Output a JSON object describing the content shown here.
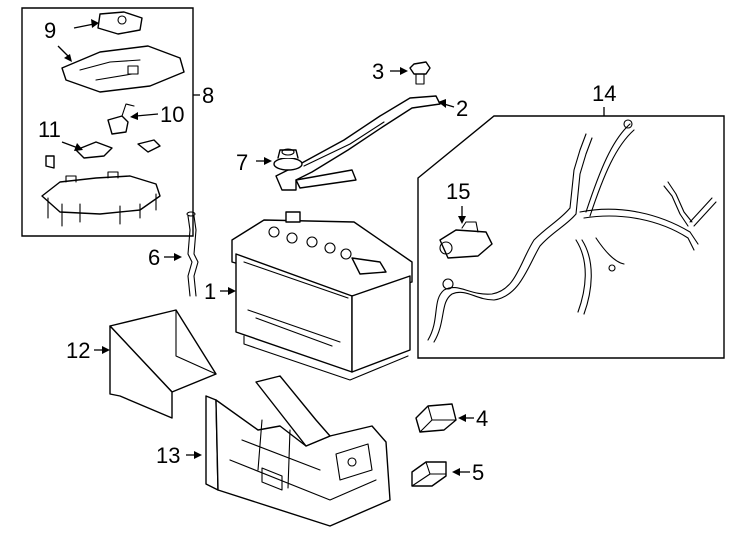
{
  "callouts": {
    "c1": "1",
    "c2": "2",
    "c3": "3",
    "c4": "4",
    "c5": "5",
    "c6": "6",
    "c7": "7",
    "c8": "8",
    "c9": "9",
    "c10": "10",
    "c11": "11",
    "c12": "12",
    "c13": "13",
    "c14": "14",
    "c15": "15"
  },
  "icons": [
    "battery",
    "hold-down-bracket",
    "bolt",
    "nut",
    "bracket",
    "spacer",
    "rod",
    "terminal-cover",
    "terminal-cover-upper",
    "clip",
    "terminal",
    "insulator",
    "battery-tray",
    "battery-cable-harness",
    "current-sensor"
  ]
}
